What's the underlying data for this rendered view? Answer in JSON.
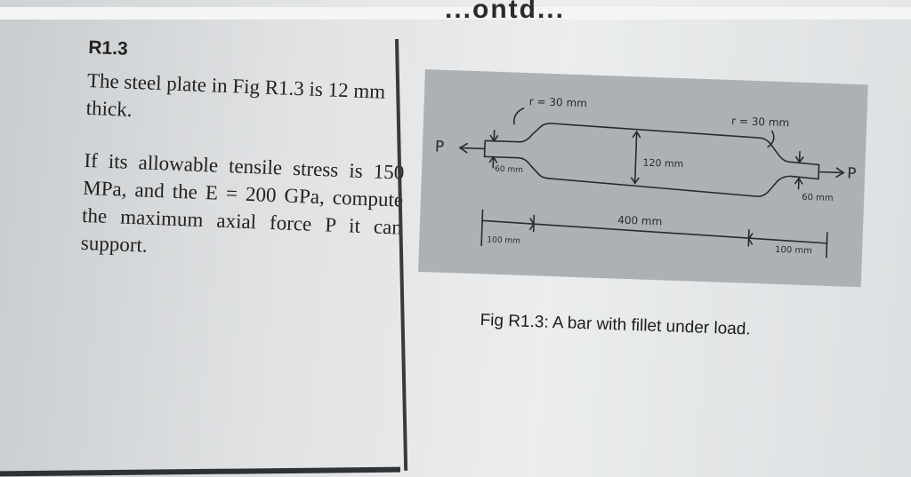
{
  "header": {
    "cut_title": "...ontd..."
  },
  "problem": {
    "id": "R1.3",
    "paragraph1": "The steel plate in Fig R1.3 is 12 mm thick.",
    "paragraph2": "If its allowable tensile stress is 150 MPa, and the E = 200 GPa, compute the maximum axial force P it can support."
  },
  "figure": {
    "labels": {
      "radius_left": "r = 30 mm",
      "radius_right": "r = 30 mm",
      "force_left": "P",
      "force_right": "P",
      "width_left": "60 mm",
      "width_middle": "120 mm",
      "width_right": "60 mm",
      "length_left": "100 mm",
      "length_middle": "400 mm",
      "length_right": "100 mm"
    },
    "caption": "Fig R1.3: A bar with fillet under load."
  }
}
